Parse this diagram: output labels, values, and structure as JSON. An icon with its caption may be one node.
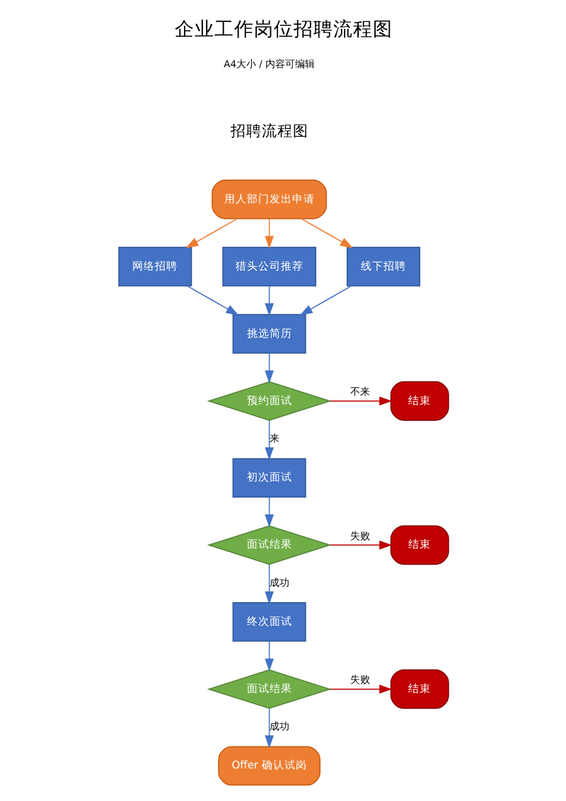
{
  "diagram": {
    "title": "企业工作岗位招聘流程图",
    "labels": [
      "A4大小 / 内容可编辑",
      "招聘流程图"
    ],
    "nodes": [
      {
        "text": [
          "用人部门发出申请"
        ]
      },
      {
        "text": [
          "网络招聘"
        ]
      },
      {
        "text": [
          "猎头公司推荐"
        ]
      },
      {
        "text": [
          "线下招聘"
        ]
      },
      {
        "text": [
          "挑选简历"
        ]
      },
      {
        "text": [
          "预约面试"
        ]
      },
      {
        "text": [
          "结束"
        ]
      },
      {
        "text": [
          "初次面试"
        ]
      },
      {
        "text": [
          "面试结果"
        ]
      },
      {
        "text": [
          "结束"
        ]
      },
      {
        "text": [
          "终次面试"
        ]
      },
      {
        "text": [
          "面试结果"
        ]
      },
      {
        "text": [
          "结束"
        ]
      },
      {
        "text": [
          "Offer 确认试岗"
        ]
      }
    ],
    "edges": [
      {
        "from": 0,
        "to": 1,
        "arrow": "to",
        "color": "#ed7d31"
      },
      {
        "from": 0,
        "to": 2,
        "arrow": "to",
        "color": "#ed7d31"
      },
      {
        "from": 0,
        "to": 3,
        "arrow": "to",
        "color": "#ed7d31"
      },
      {
        "from": 1,
        "to": 4,
        "arrow": "to"
      },
      {
        "from": 2,
        "to": 4,
        "arrow": "to"
      },
      {
        "from": 3,
        "to": 4,
        "arrow": "to"
      },
      {
        "from": 4,
        "to": 5,
        "arrow": "to"
      },
      {
        "from": 5,
        "to": 6,
        "arrow": "to",
        "label": "不来",
        "color": "#c00000"
      },
      {
        "from": 5,
        "to": 7,
        "arrow": "to",
        "label": "来"
      },
      {
        "from": 7,
        "to": 8,
        "arrow": "to"
      },
      {
        "from": 8,
        "to": 9,
        "arrow": "to",
        "label": "失败",
        "color": "#c00000"
      },
      {
        "from": 8,
        "to": 10,
        "arrow": "to",
        "label": "成功"
      },
      {
        "from": 10,
        "to": 11,
        "arrow": "to"
      },
      {
        "from": 11,
        "to": 12,
        "arrow": "to",
        "label": "失败",
        "color": "#c00000"
      },
      {
        "from": 11,
        "to": 13,
        "arrow": "to",
        "label": "成功"
      }
    ]
  }
}
